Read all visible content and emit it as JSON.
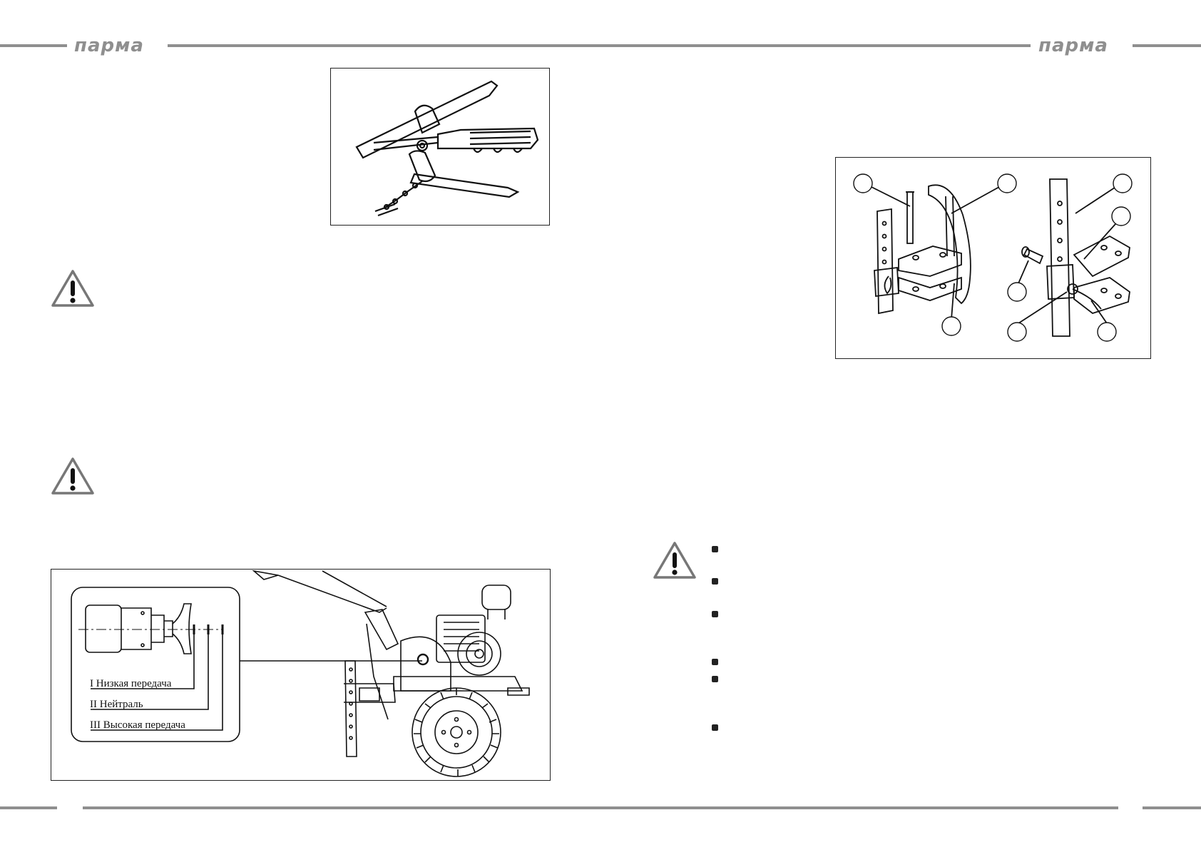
{
  "header": {
    "left_brand": "парма",
    "right_brand": "парма"
  },
  "figures": {
    "pliers": {
      "icon": "pliers-illustration"
    },
    "hitch": {
      "icon": "hitch-assembly-illustration",
      "callouts": [
        "",
        "",
        "",
        "",
        "",
        "",
        "",
        ""
      ]
    },
    "gearbox": {
      "icon": "gear-selector-illustration",
      "legend": [
        "I Низкая передача",
        "II Нейтраль",
        "III Высокая передача"
      ]
    }
  },
  "warnings": {
    "icon": "warning-triangle-icon",
    "count": 3
  },
  "colors": {
    "rule": "#8f8f8f",
    "line": "#222222"
  }
}
